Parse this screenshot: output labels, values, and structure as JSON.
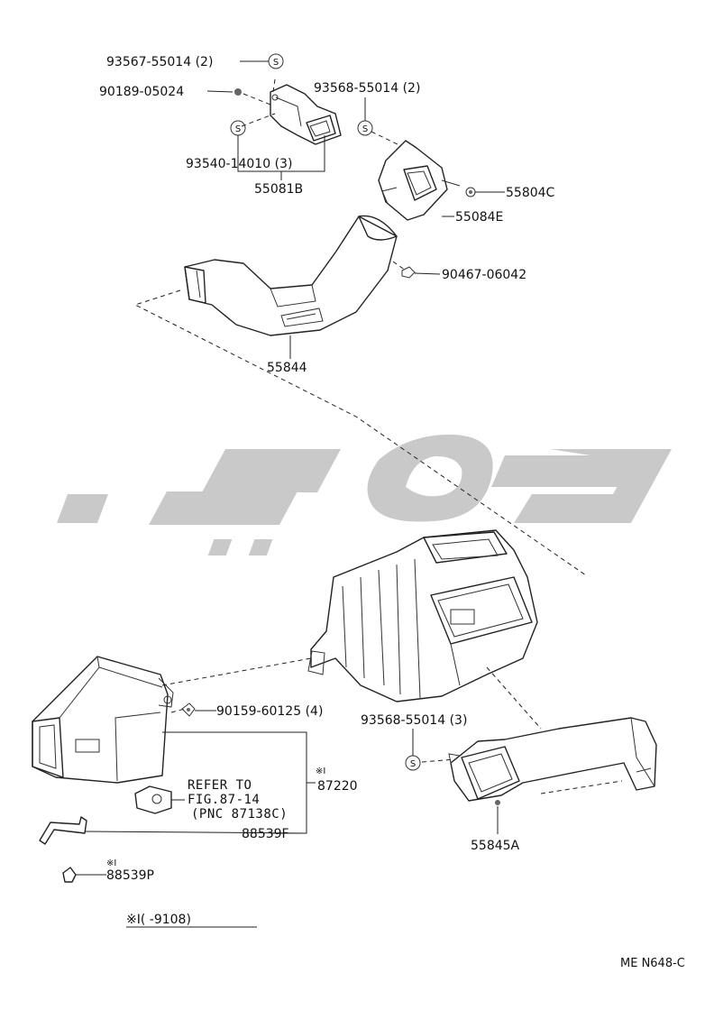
{
  "parts": {
    "p93567": "93567-55014 (2)",
    "p90189": "90189-05024",
    "p93568a": "93568-55014 (2)",
    "p93540": "93540-14010 (3)",
    "p55081b": "55081B",
    "p55804c": "55804C",
    "p55084e": "55084E",
    "p90467": "90467-06042",
    "p55844": "55844",
    "p90159": "90159-60125 (4)",
    "p93568b": "93568-55014 (3)",
    "p87220": "87220",
    "p88539f": "88539F",
    "p88539p": "88539P",
    "p55845a": "55845A"
  },
  "refer": {
    "line1": "REFER TO",
    "line2": "FIG.87-14",
    "line3": "(PNC 87138C)"
  },
  "footnote": {
    "mark_small": "※Ⅰ",
    "range": "※Ⅰ(      -9108)"
  },
  "code": "ME N648-C",
  "icons": {
    "screw_symbol": "S",
    "watermark": "watermark-logo"
  },
  "colors": {
    "line": "#222222",
    "watermark": "#c9c9c9"
  }
}
